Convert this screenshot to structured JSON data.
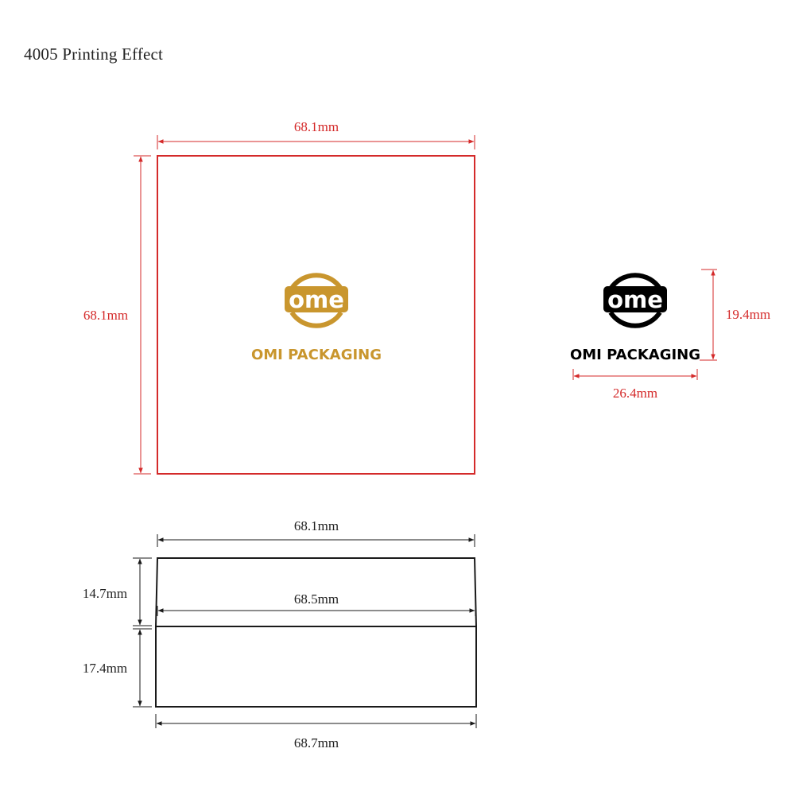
{
  "page": {
    "title": "4005 Printing Effect"
  },
  "colors": {
    "dimension_red": "#d42a2a",
    "outline_dark": "#1a1a1a",
    "logo_gold": "#c9962e",
    "logo_black": "#000000",
    "logo_text_white": "#ffffff"
  },
  "top_view": {
    "width_label": "68.1mm",
    "height_label": "68.1mm",
    "logo_text": "ome",
    "brand_name": "OMI PACKAGING"
  },
  "logo_detail": {
    "logo_text": "ome",
    "brand_name": "OMI PACKAGING",
    "height_label": "19.4mm",
    "width_label": "26.4mm"
  },
  "side_view": {
    "lid_top_width_label": "68.1mm",
    "lid_bottom_width_label": "68.5mm",
    "base_width_label": "68.7mm",
    "lid_height_label": "14.7mm",
    "base_height_label": "17.4mm"
  }
}
